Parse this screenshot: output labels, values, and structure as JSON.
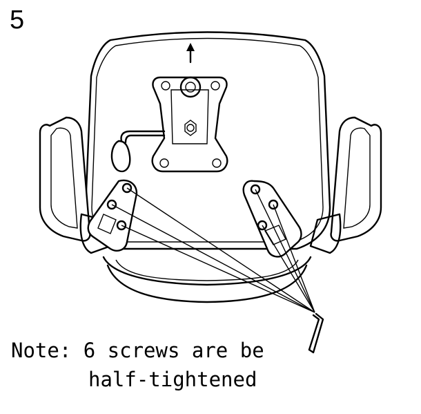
{
  "step": {
    "number": "5"
  },
  "note": {
    "line1": "Note: 6 screws are be",
    "line2": "half-tightened"
  },
  "diagram": {
    "screw_count": 6,
    "tool_icon": "allen-key-icon",
    "direction_icon": "arrow-up-icon"
  }
}
